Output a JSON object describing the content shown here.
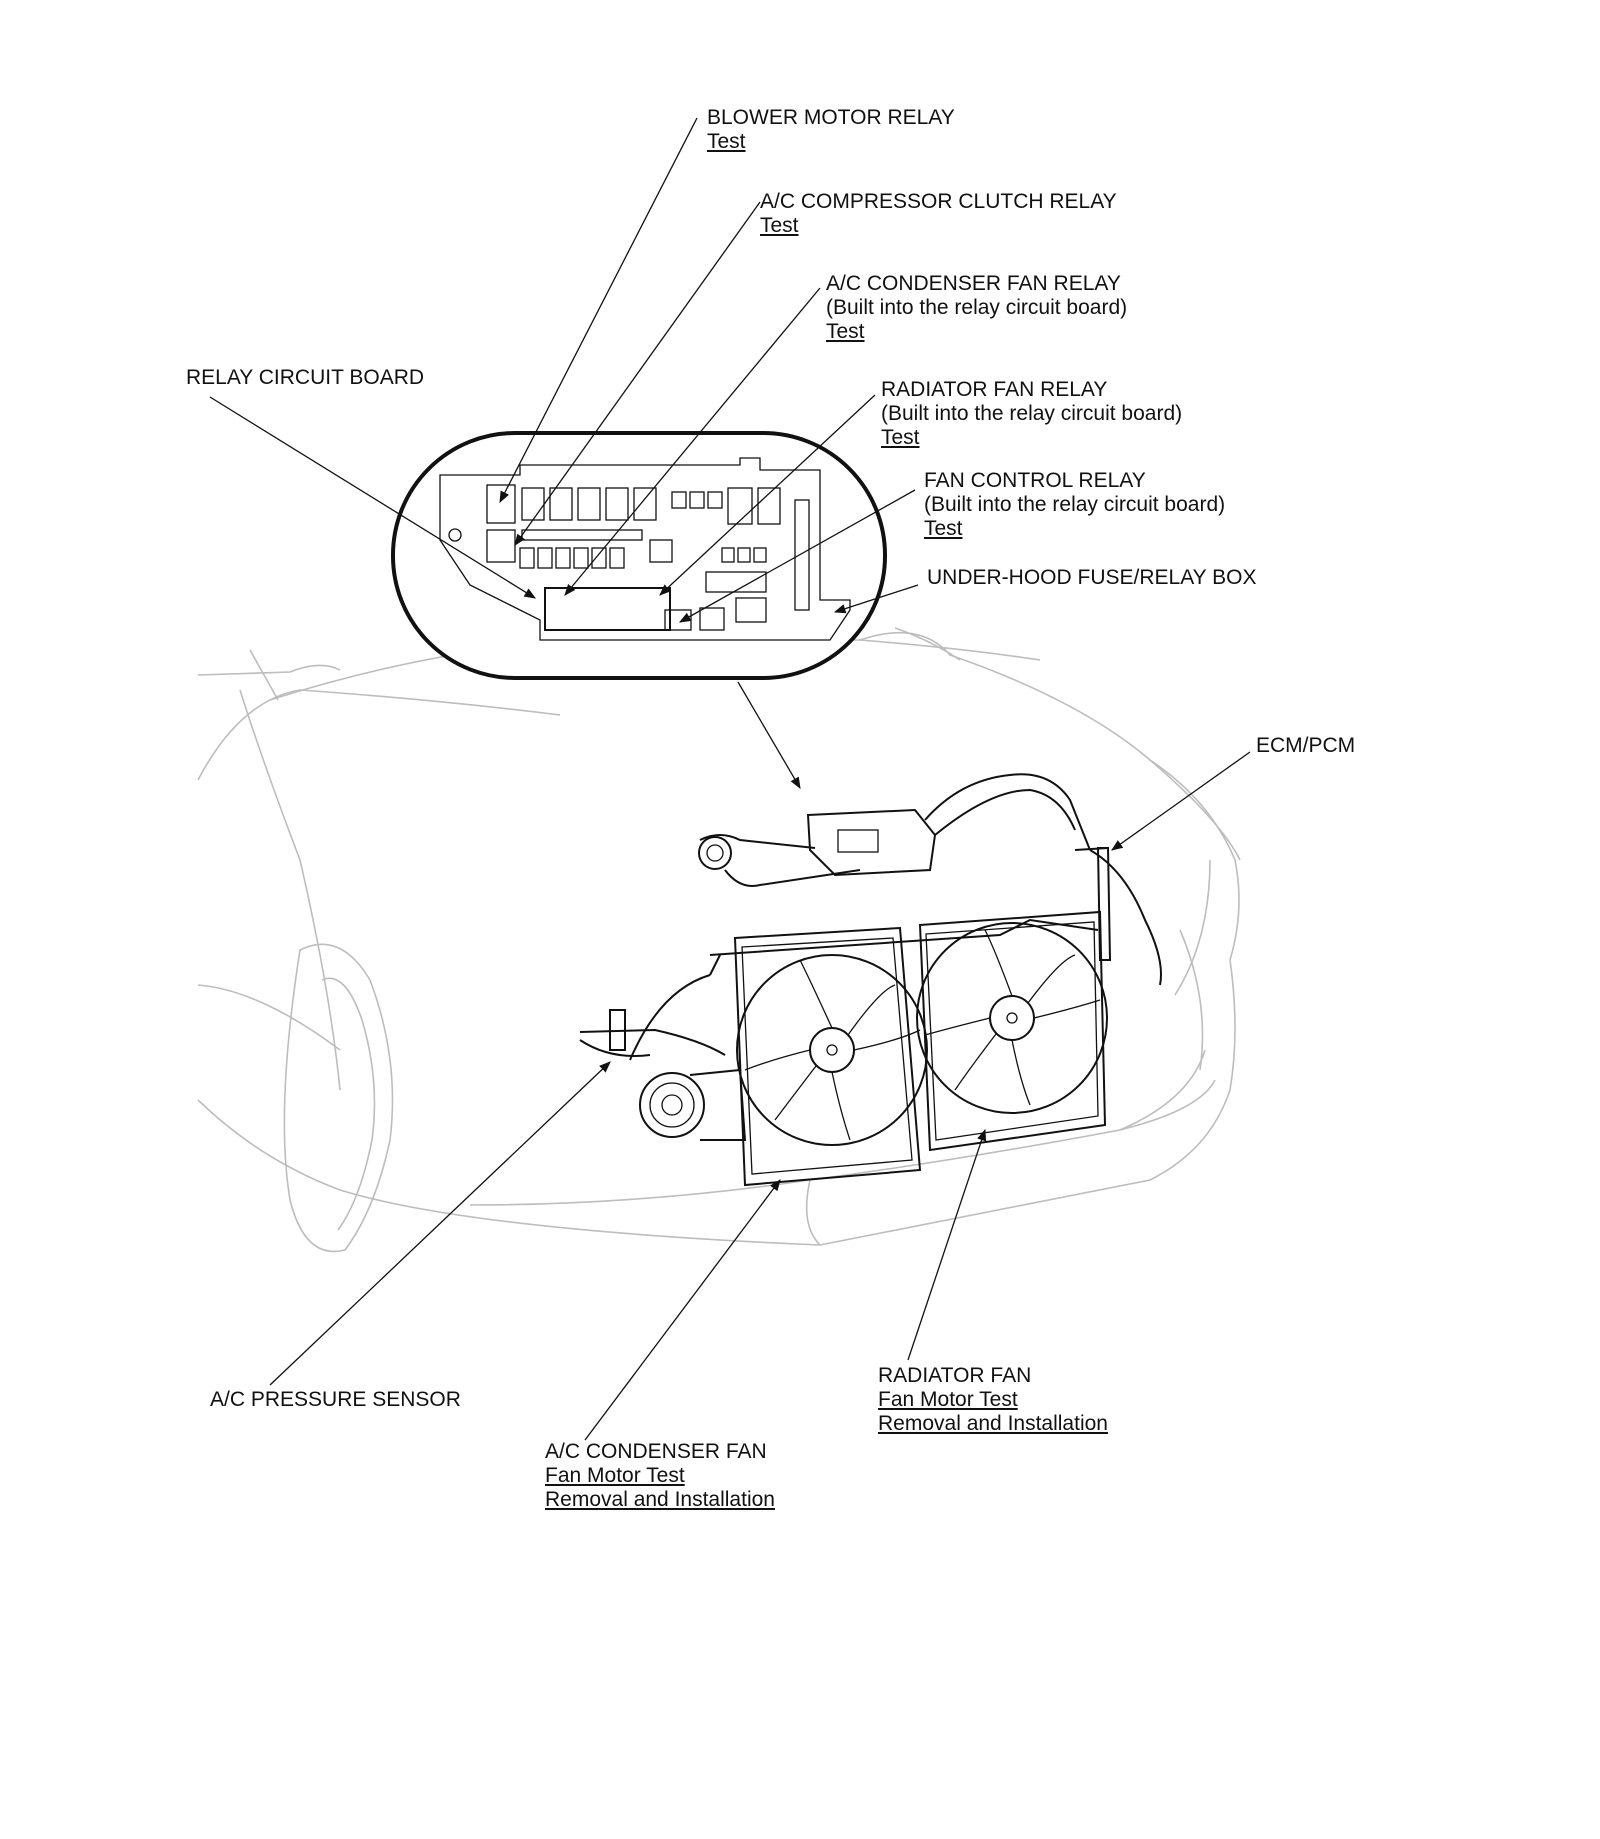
{
  "labels": {
    "blower_motor_relay": {
      "title": "BLOWER MOTOR RELAY",
      "link1": "Test"
    },
    "ac_compressor_clutch_relay": {
      "title": "A/C COMPRESSOR CLUTCH RELAY",
      "link1": "Test"
    },
    "ac_condenser_fan_relay": {
      "title": "A/C CONDENSER FAN RELAY",
      "note": "(Built into the relay circuit board)",
      "link1": "Test"
    },
    "relay_circuit_board": {
      "title": "RELAY CIRCUIT BOARD"
    },
    "radiator_fan_relay": {
      "title": "RADIATOR FAN RELAY",
      "note": "(Built into the relay circuit board)",
      "link1": "Test"
    },
    "fan_control_relay": {
      "title": "FAN CONTROL RELAY",
      "note": "(Built into the relay circuit board)",
      "link1": "Test"
    },
    "under_hood_fuse_relay_box": {
      "title": "UNDER-HOOD FUSE/RELAY BOX"
    },
    "ecm_pcm": {
      "title": "ECM/PCM"
    },
    "radiator_fan": {
      "title": "RADIATOR FAN",
      "link1": "Fan Motor Test",
      "link2": "Removal and Installation"
    },
    "ac_pressure_sensor": {
      "title": "A/C PRESSURE SENSOR"
    },
    "ac_condenser_fan": {
      "title": "A/C CONDENSER FAN",
      "link1": "Fan Motor Test",
      "link2": "Removal and Installation"
    }
  }
}
